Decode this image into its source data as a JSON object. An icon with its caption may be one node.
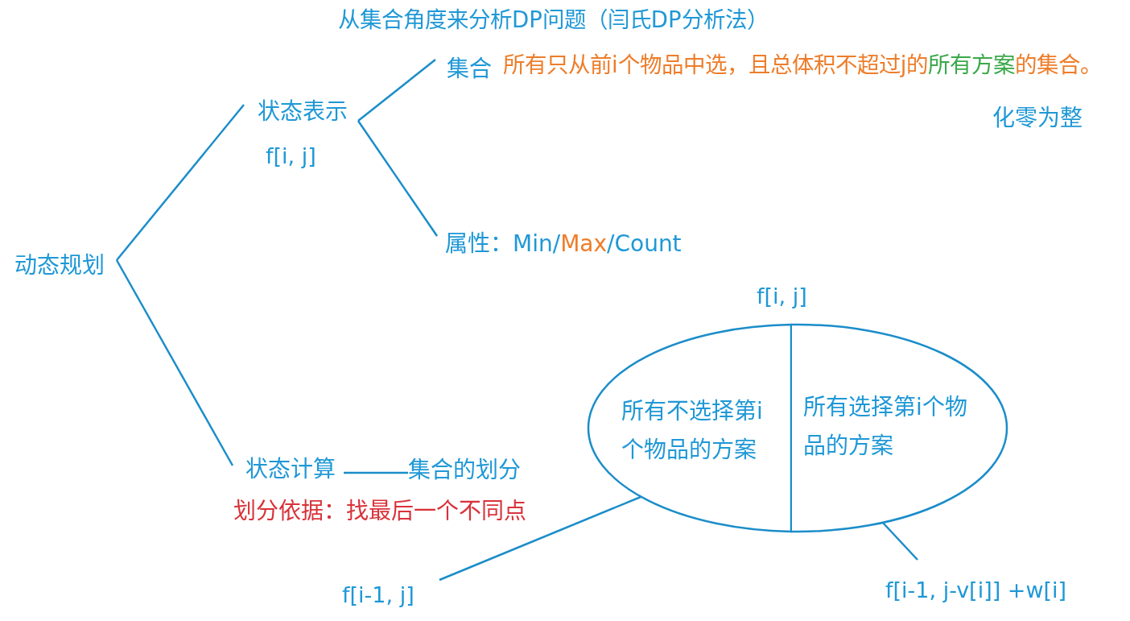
{
  "diagram": {
    "title": "从集合角度来分析DP问题（闫氏DP分析法）",
    "nodes": [
      {
        "text": [
          "动态规划"
        ]
      },
      {
        "text": [
          "状态表示"
        ],
        "beside": [
          "f[i, j]"
        ]
      },
      {
        "text": [
          "集合"
        ],
        "beside": [
          "所有只从前i个物品中选，且总体积不超过j的",
          "所有方案",
          "的集合。"
        ]
      },
      {
        "text": [
          "属性：Min/*Max*/Count"
        ]
      },
      {
        "text": [
          "状态计算"
        ]
      },
      {
        "text": [
          "集合的划分"
        ]
      },
      {
        "text": [
          "所有不选择第i个物品的方案"
        ]
      },
      {
        "text": [
          "所有选择第i个物品的方案"
        ]
      },
      {
        "text": [
          "f[i-1, j]"
        ]
      },
      {
        "text": [
          "f[i-1, j-v[i]] +w[i]"
        ]
      }
    ],
    "edges": [
      {
        "from": 0,
        "to": 1,
        "arrow": "none"
      },
      {
        "from": 0,
        "to": 4,
        "arrow": "none"
      },
      {
        "from": 1,
        "to": 2,
        "arrow": "none"
      },
      {
        "from": 1,
        "to": 3,
        "arrow": "none"
      },
      {
        "from": 4,
        "to": 5,
        "arrow": "none"
      },
      {
        "from": 6,
        "to": 8,
        "arrow": "none"
      },
      {
        "from": 7,
        "to": 9,
        "arrow": "none"
      }
    ],
    "labels": [
      "化零为整",
      "f[i, j]",
      "划分依据：找最后一个不同点"
    ]
  }
}
